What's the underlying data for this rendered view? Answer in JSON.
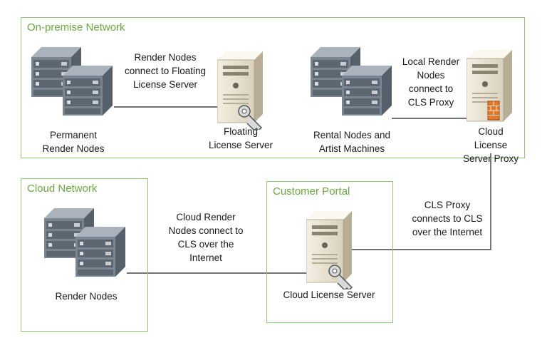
{
  "zones": {
    "onprem": "On-premise Network",
    "cloud": "Cloud Network",
    "portal": "Customer Portal"
  },
  "labels": {
    "permanent_nodes": "Permanent\nRender Nodes",
    "floating_server": "Floating\nLicense Server",
    "rental_nodes": "Rental Nodes and\nArtist Machines",
    "cls_proxy": "Cloud License\nServer Proxy",
    "cloud_nodes": "Render Nodes",
    "cls": "Cloud License Server"
  },
  "annotations": {
    "floating_link": "Render Nodes\nconnect to Floating\nLicense Server",
    "proxy_link": "Local Render\nNodes\nconnect to\nCLS Proxy",
    "proxy_internet": "CLS Proxy\nconnects to CLS\nover the Internet",
    "cloud_link": "Cloud Render\nNodes connect to\nCLS over the\nInternet"
  },
  "icons": [
    "rack-server-icon",
    "tower-server-icon",
    "license-key-icon",
    "firewall-icon"
  ]
}
